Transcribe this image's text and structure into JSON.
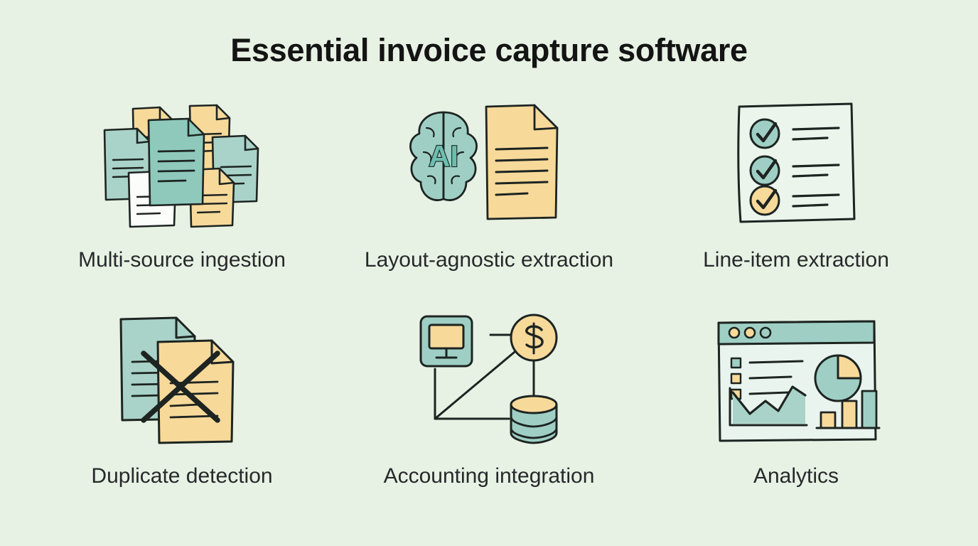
{
  "page": {
    "title": "Essential invoice capture software",
    "background_color": "#e8f2e4",
    "accent_teal": "#9fcfc4",
    "accent_yellow": "#f7d99a",
    "ink_color": "#1d2421",
    "title_color": "#141414",
    "label_color": "#26292b"
  },
  "features": [
    {
      "label": "Multi-source ingestion",
      "icon": "stacked-documents-icon"
    },
    {
      "label": "Layout-agnostic extraction",
      "icon": "ai-brain-document-icon",
      "icon_text": "AI"
    },
    {
      "label": "Line-item extraction",
      "icon": "checklist-card-icon"
    },
    {
      "label": "Duplicate detection",
      "icon": "crossed-documents-icon"
    },
    {
      "label": "Accounting integration",
      "icon": "monitor-dollar-database-icon"
    },
    {
      "label": "Analytics",
      "icon": "dashboard-charts-icon"
    }
  ]
}
